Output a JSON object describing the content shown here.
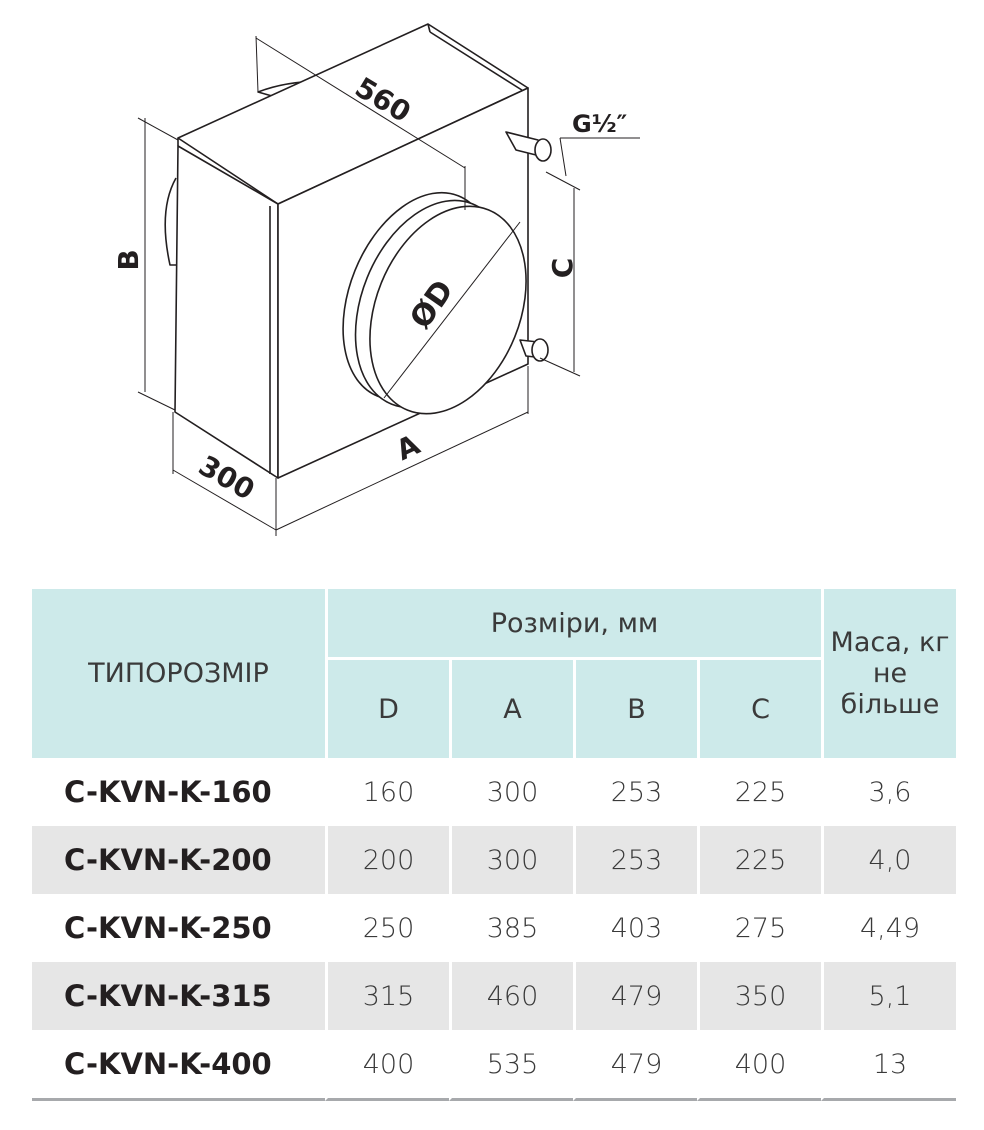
{
  "drawing": {
    "dim_560": "560",
    "dim_thread": "G½″",
    "dim_b": "B",
    "dim_c": "C",
    "dim_d": "ØD",
    "dim_a": "A",
    "dim_300": "300"
  },
  "table": {
    "header_type": "ТИПОРОЗМІР",
    "header_dims": "Розміри, мм",
    "header_mass": "Маса, кг не більше",
    "col_d": "D",
    "col_a": "A",
    "col_b": "B",
    "col_c": "C",
    "rows": [
      {
        "model": "C-KVN-K-160",
        "d": "160",
        "a": "300",
        "b": "253",
        "c": "225",
        "mass": "3,6"
      },
      {
        "model": "C-KVN-K-200",
        "d": "200",
        "a": "300",
        "b": "253",
        "c": "225",
        "mass": "4,0"
      },
      {
        "model": "C-KVN-K-250",
        "d": "250",
        "a": "385",
        "b": "403",
        "c": "275",
        "mass": "4,49"
      },
      {
        "model": "C-KVN-K-315",
        "d": "315",
        "a": "460",
        "b": "479",
        "c": "350",
        "mass": "5,1"
      },
      {
        "model": "C-KVN-K-400",
        "d": "400",
        "a": "535",
        "b": "479",
        "c": "400",
        "mass": "13"
      }
    ]
  },
  "colors": {
    "header_bg": "#cdeaea",
    "row_shade": "#e6e6e6",
    "text": "#231f20",
    "bottom_rule": "#a7a9ac"
  }
}
